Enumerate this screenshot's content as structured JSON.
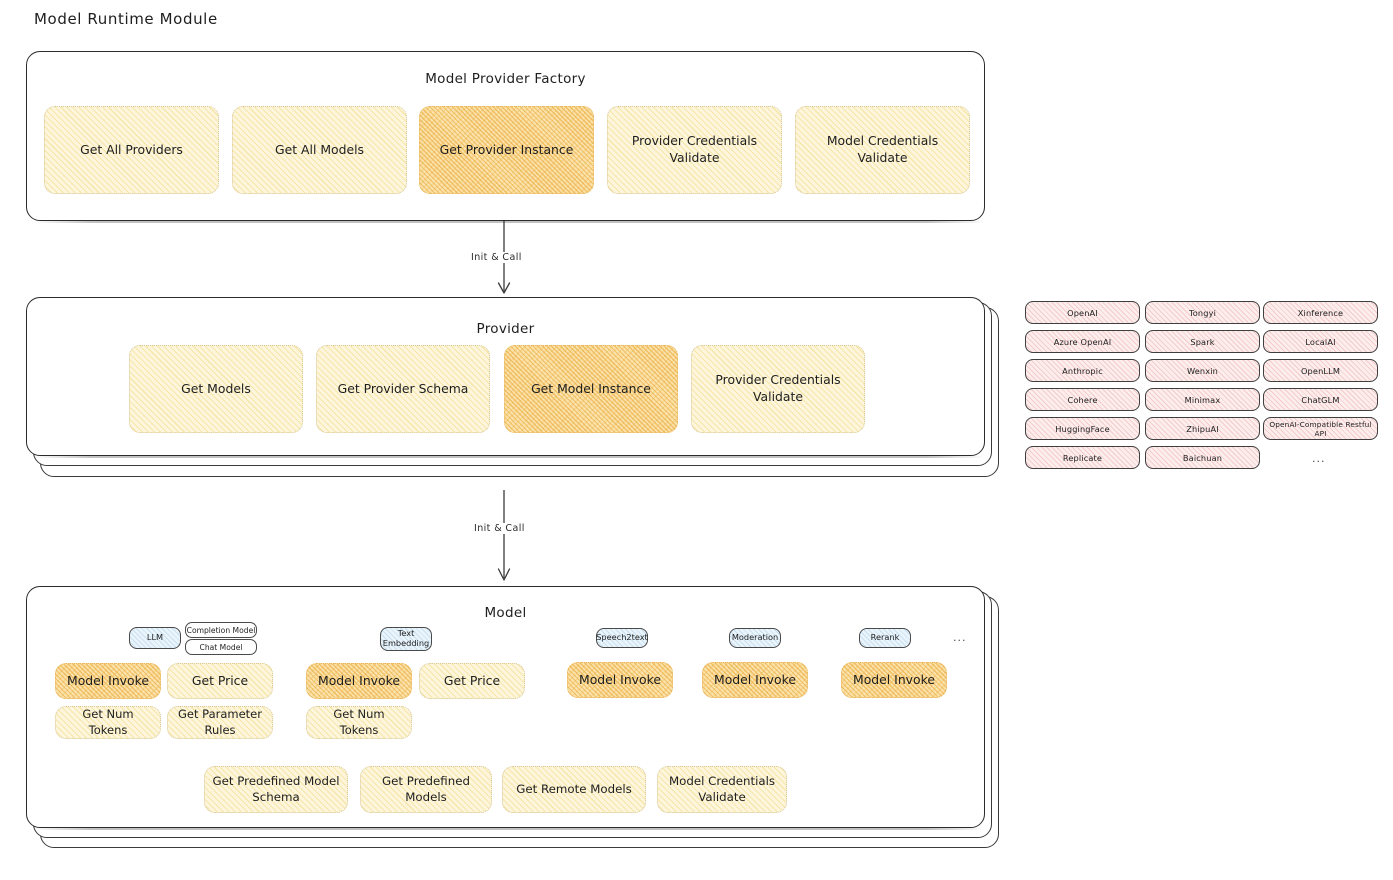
{
  "page": {
    "title": "Model Runtime Module"
  },
  "factory": {
    "title": "Model Provider Factory",
    "boxes": [
      {
        "label": "Get All Providers",
        "highlighted": false
      },
      {
        "label": "Get All Models",
        "highlighted": false
      },
      {
        "label": "Get Provider Instance",
        "highlighted": true
      },
      {
        "label": "Provider Credentials Validate",
        "highlighted": false
      },
      {
        "label": "Model Credentials Validate",
        "highlighted": false
      }
    ]
  },
  "arrows": [
    {
      "label": "Init & Call"
    },
    {
      "label": "Init & Call"
    }
  ],
  "provider": {
    "title": "Provider",
    "boxes": [
      {
        "label": "Get Models",
        "highlighted": false
      },
      {
        "label": "Get Provider Schema",
        "highlighted": false
      },
      {
        "label": "Get Model Instance",
        "highlighted": true
      },
      {
        "label": "Provider Credentials Validate",
        "highlighted": false
      }
    ]
  },
  "provider_list": {
    "columns": [
      {
        "items": [
          "OpenAI",
          "Azure OpenAI",
          "Anthropic",
          "Cohere",
          "HuggingFace",
          "Replicate"
        ]
      },
      {
        "items": [
          "Tongyi",
          "Spark",
          "Wenxin",
          "Minimax",
          "ZhipuAI",
          "Baichuan"
        ]
      },
      {
        "items": [
          "Xinference",
          "LocalAI",
          "OpenLLM",
          "ChatGLM",
          "OpenAI-Compatible Restful API"
        ]
      }
    ],
    "more": "..."
  },
  "model": {
    "title": "Model",
    "more": "...",
    "types": [
      {
        "name": "LLM",
        "subtypes": [
          "Completion Model",
          "Chat Model"
        ],
        "methods": [
          "Model Invoke",
          "Get Price",
          "Get Num Tokens",
          "Get Parameter Rules"
        ],
        "highlighted_method": "Model Invoke"
      },
      {
        "name": "Text Embedding",
        "subtypes": [],
        "methods": [
          "Model Invoke",
          "Get Price",
          "Get Num Tokens"
        ],
        "highlighted_method": "Model Invoke"
      },
      {
        "name": "Speech2text",
        "subtypes": [],
        "methods": [
          "Model Invoke"
        ],
        "highlighted_method": "Model Invoke"
      },
      {
        "name": "Moderation",
        "subtypes": [],
        "methods": [
          "Model Invoke"
        ],
        "highlighted_method": "Model Invoke"
      },
      {
        "name": "Rerank",
        "subtypes": [],
        "methods": [
          "Model Invoke"
        ],
        "highlighted_method": "Model Invoke"
      }
    ],
    "common_methods": [
      "Get Predefined Model Schema",
      "Get Predefined Models",
      "Get Remote Models",
      "Model Credentials Validate"
    ]
  },
  "colors": {
    "box_fill": "#fdf6dd",
    "box_fill_highlight": "#fbe3ab",
    "chip_pink": "#fdeeee",
    "chip_blue": "#eaf4fb",
    "stroke": "#2b2b2b"
  }
}
